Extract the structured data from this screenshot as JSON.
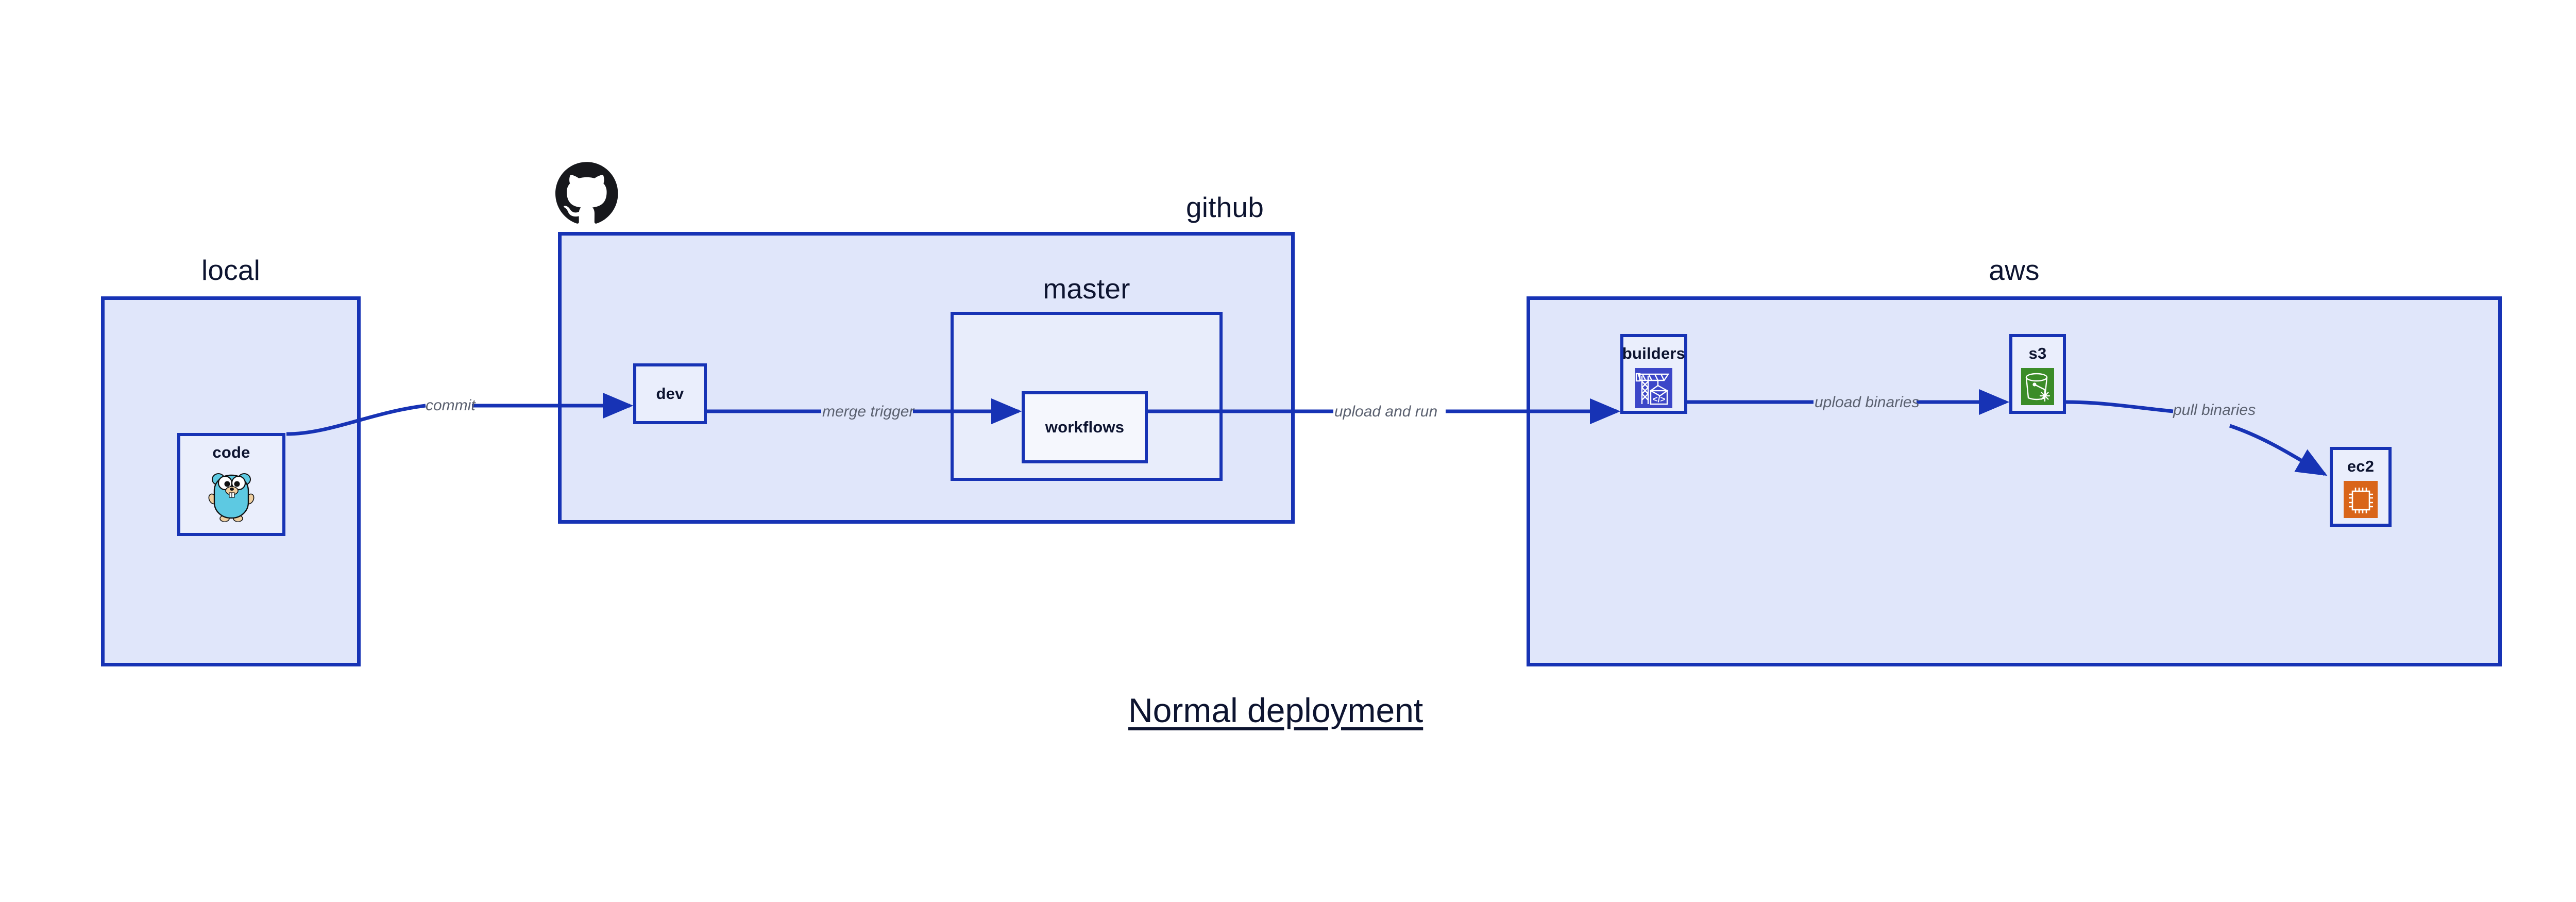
{
  "caption": "Normal deployment",
  "colors": {
    "group_border": "#1733b5",
    "group_fill": "#e0e6fa",
    "group_inner_fill": "#e8edfb",
    "node_fill": "#eaeefc",
    "node_white_fill": "#f5f7fd",
    "edge_stroke": "#1733b5",
    "edge_label": "#5b6170",
    "title_text": "#0d1430",
    "gopher_body": "#5dc9e2",
    "builders_icon_bg": "#3c46c8",
    "s3_icon_bg": "#3b8c28",
    "ec2_icon_bg": "#d9651a",
    "github_logo": "#17181c"
  },
  "groups": [
    {
      "id": "local",
      "title": "local"
    },
    {
      "id": "github",
      "title": "github"
    },
    {
      "id": "master",
      "title": "master"
    },
    {
      "id": "aws",
      "title": "aws"
    }
  ],
  "nodes": [
    {
      "id": "code",
      "label": "code",
      "icon": "go-gopher-icon"
    },
    {
      "id": "dev",
      "label": "dev",
      "icon": "none"
    },
    {
      "id": "workflows",
      "label": "workflows",
      "icon": "none"
    },
    {
      "id": "builders",
      "label": "builders",
      "icon": "aws-builders-crane-icon"
    },
    {
      "id": "s3",
      "label": "s3",
      "icon": "aws-s3-bucket-icon"
    },
    {
      "id": "ec2",
      "label": "ec2",
      "icon": "aws-ec2-chip-icon"
    }
  ],
  "edges": [
    {
      "id": "commit",
      "from": "code",
      "to": "dev",
      "label": "commit"
    },
    {
      "id": "merge-trigger",
      "from": "dev",
      "to": "workflows",
      "label": "merge trigger"
    },
    {
      "id": "upload-and-run",
      "from": "workflows",
      "to": "builders",
      "label": "upload and run"
    },
    {
      "id": "upload-binaries",
      "from": "builders",
      "to": "s3",
      "label": "upload binaries"
    },
    {
      "id": "pull-binaries",
      "from": "s3",
      "to": "ec2",
      "label": "pull binaries"
    }
  ],
  "logo": {
    "name": "github-octocat-logo"
  }
}
